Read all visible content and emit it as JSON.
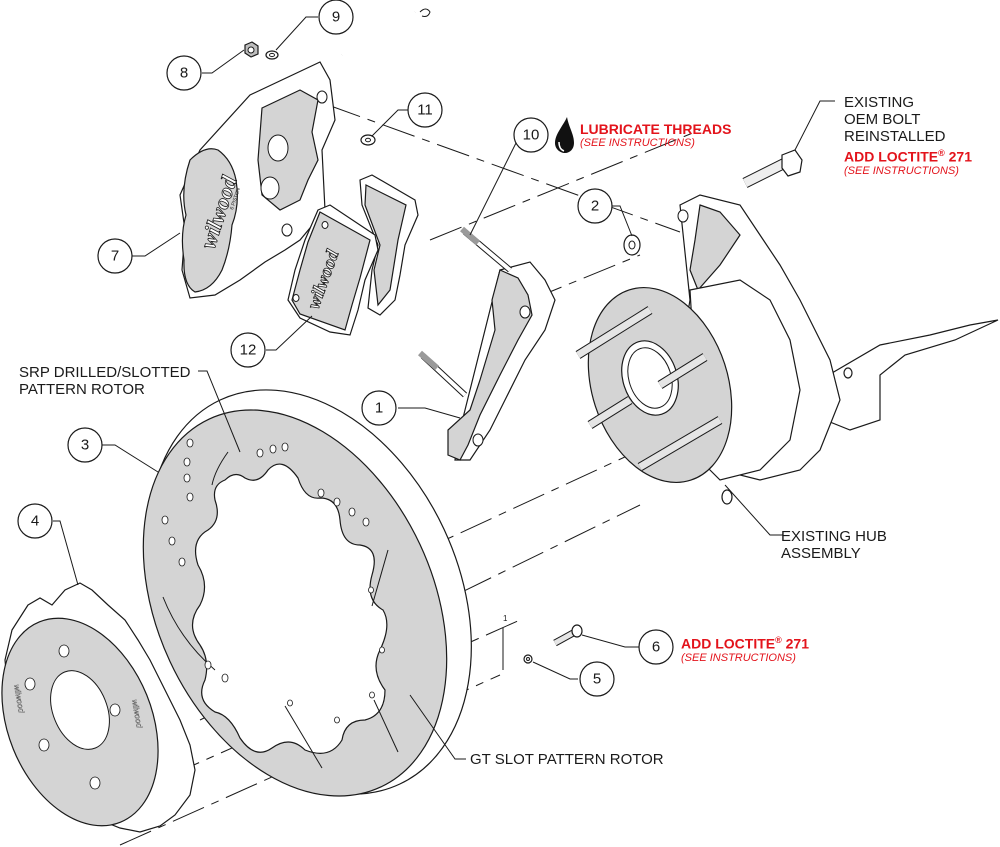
{
  "title": "Brake Kit Exploded Assembly Diagram",
  "colors": {
    "note_red": "#e3131b",
    "line": "#1a1a1a",
    "part_fill": "#d4d4d4"
  },
  "callouts": [
    {
      "num": "1",
      "part": "caliper-bracket"
    },
    {
      "num": "2",
      "part": "bracket-washer"
    },
    {
      "num": "3",
      "part": "rotor"
    },
    {
      "num": "4",
      "part": "rotor-hat"
    },
    {
      "num": "5",
      "part": "hat-washer"
    },
    {
      "num": "6",
      "part": "hat-bolt"
    },
    {
      "num": "7",
      "part": "caliper"
    },
    {
      "num": "8",
      "part": "pad-retainer-nut"
    },
    {
      "num": "9",
      "part": "pad-retainer-washer"
    },
    {
      "num": "10",
      "part": "caliper-stud"
    },
    {
      "num": "11",
      "part": "caliper-shim-washer"
    },
    {
      "num": "12",
      "part": "brake-pads"
    }
  ],
  "labels": {
    "srp_rotor": [
      "SRP DRILLED/SLOTTED",
      "PATTERN ROTOR"
    ],
    "gt_rotor": "GT SLOT PATTERN ROTOR",
    "hub": [
      "EXISTING HUB",
      "ASSEMBLY"
    ],
    "oem_bolt": [
      "EXISTING",
      "OEM BOLT",
      "REINSTALLED"
    ]
  },
  "notes": {
    "lubricate": {
      "title": "LUBRICATE THREADS",
      "sub": "(SEE INSTRUCTIONS)",
      "icon": "oil-drop-icon"
    },
    "loctite_oem": {
      "title_pre": "ADD LOCTITE",
      "reg": "®",
      "title_post": " 271",
      "sub": "(SEE INSTRUCTIONS)"
    },
    "loctite_hat": {
      "title_pre": "ADD LOCTITE",
      "reg": "®",
      "title_post": " 271",
      "sub": "(SEE INSTRUCTIONS)"
    }
  },
  "logos": {
    "brand": "wilwood",
    "caliper_sub": "6 PISTON"
  },
  "small_marker": "1"
}
